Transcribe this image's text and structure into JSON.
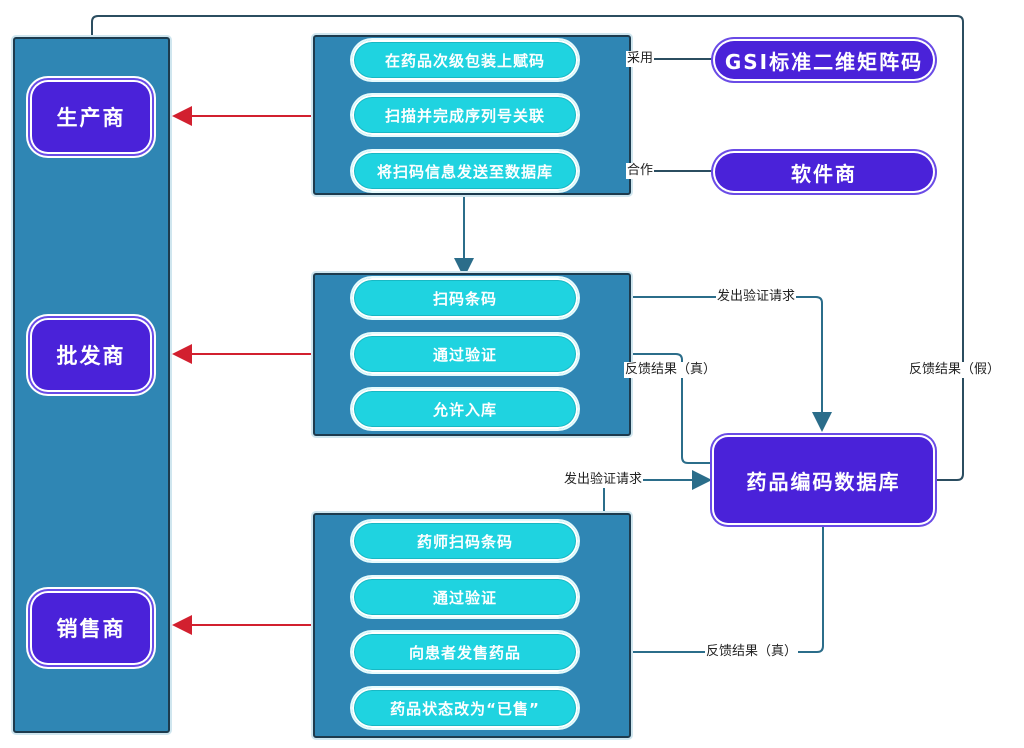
{
  "colors": {
    "panel": "#2f86b4",
    "actor": "#4a22d9",
    "step": "#1fd3e0",
    "connector": "#2b6d8a",
    "red_arrow": "#d2202f"
  },
  "actors": {
    "manufacturer": "生产商",
    "wholesaler": "批发商",
    "retailer": "销售商"
  },
  "manufacturer_steps": [
    "在药品次级包装上赋码",
    "扫描并完成序列号关联",
    "将扫码信息发送至数据库"
  ],
  "wholesaler_steps": [
    "扫码条码",
    "通过验证",
    "允许入库"
  ],
  "retailer_steps": [
    "药师扫码条码",
    "通过验证",
    "向患者发售药品",
    "药品状态改为“已售”"
  ],
  "external": {
    "standard": "GSI标准二维矩阵码",
    "software_vendor": "软件商",
    "database": "药品编码数据库"
  },
  "edge_labels": {
    "adopt": "采用",
    "cooperate": "合作",
    "verify_request_1": "发出验证请求",
    "feedback_true_1": "反馈结果（真）",
    "feedback_false": "反馈结果（假）",
    "verify_request_2": "发出验证请求",
    "feedback_true_2": "反馈结果（真）"
  }
}
